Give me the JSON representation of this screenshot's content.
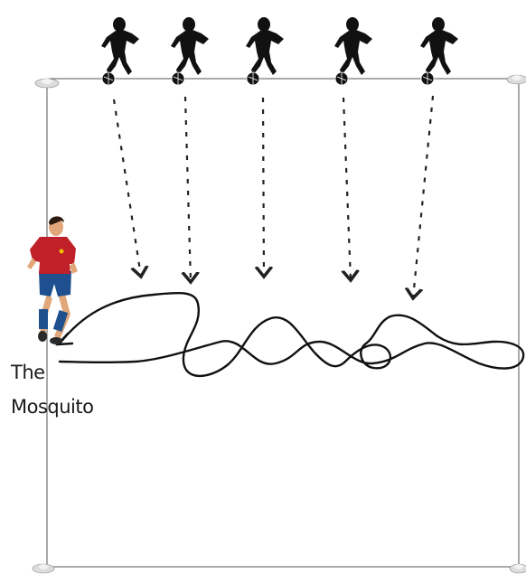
{
  "diagram": {
    "label_line_1": "The",
    "label_line_2": "Mosquito",
    "colors": {
      "boundary": "#555555",
      "cone": "#dcdcdc",
      "defender": "#111111",
      "path": "#111111",
      "arrow": "#222222",
      "runner_shirt": "#c0202a",
      "runner_shorts": "#1e4f8f",
      "runner_socks": "#1e4f8f",
      "runner_skin": "#e1a77a",
      "runner_hair": "#2a1a10"
    },
    "defender_count": 5,
    "icons": [
      "cone-icon",
      "defender-icon",
      "ball-icon",
      "runner-icon"
    ]
  }
}
